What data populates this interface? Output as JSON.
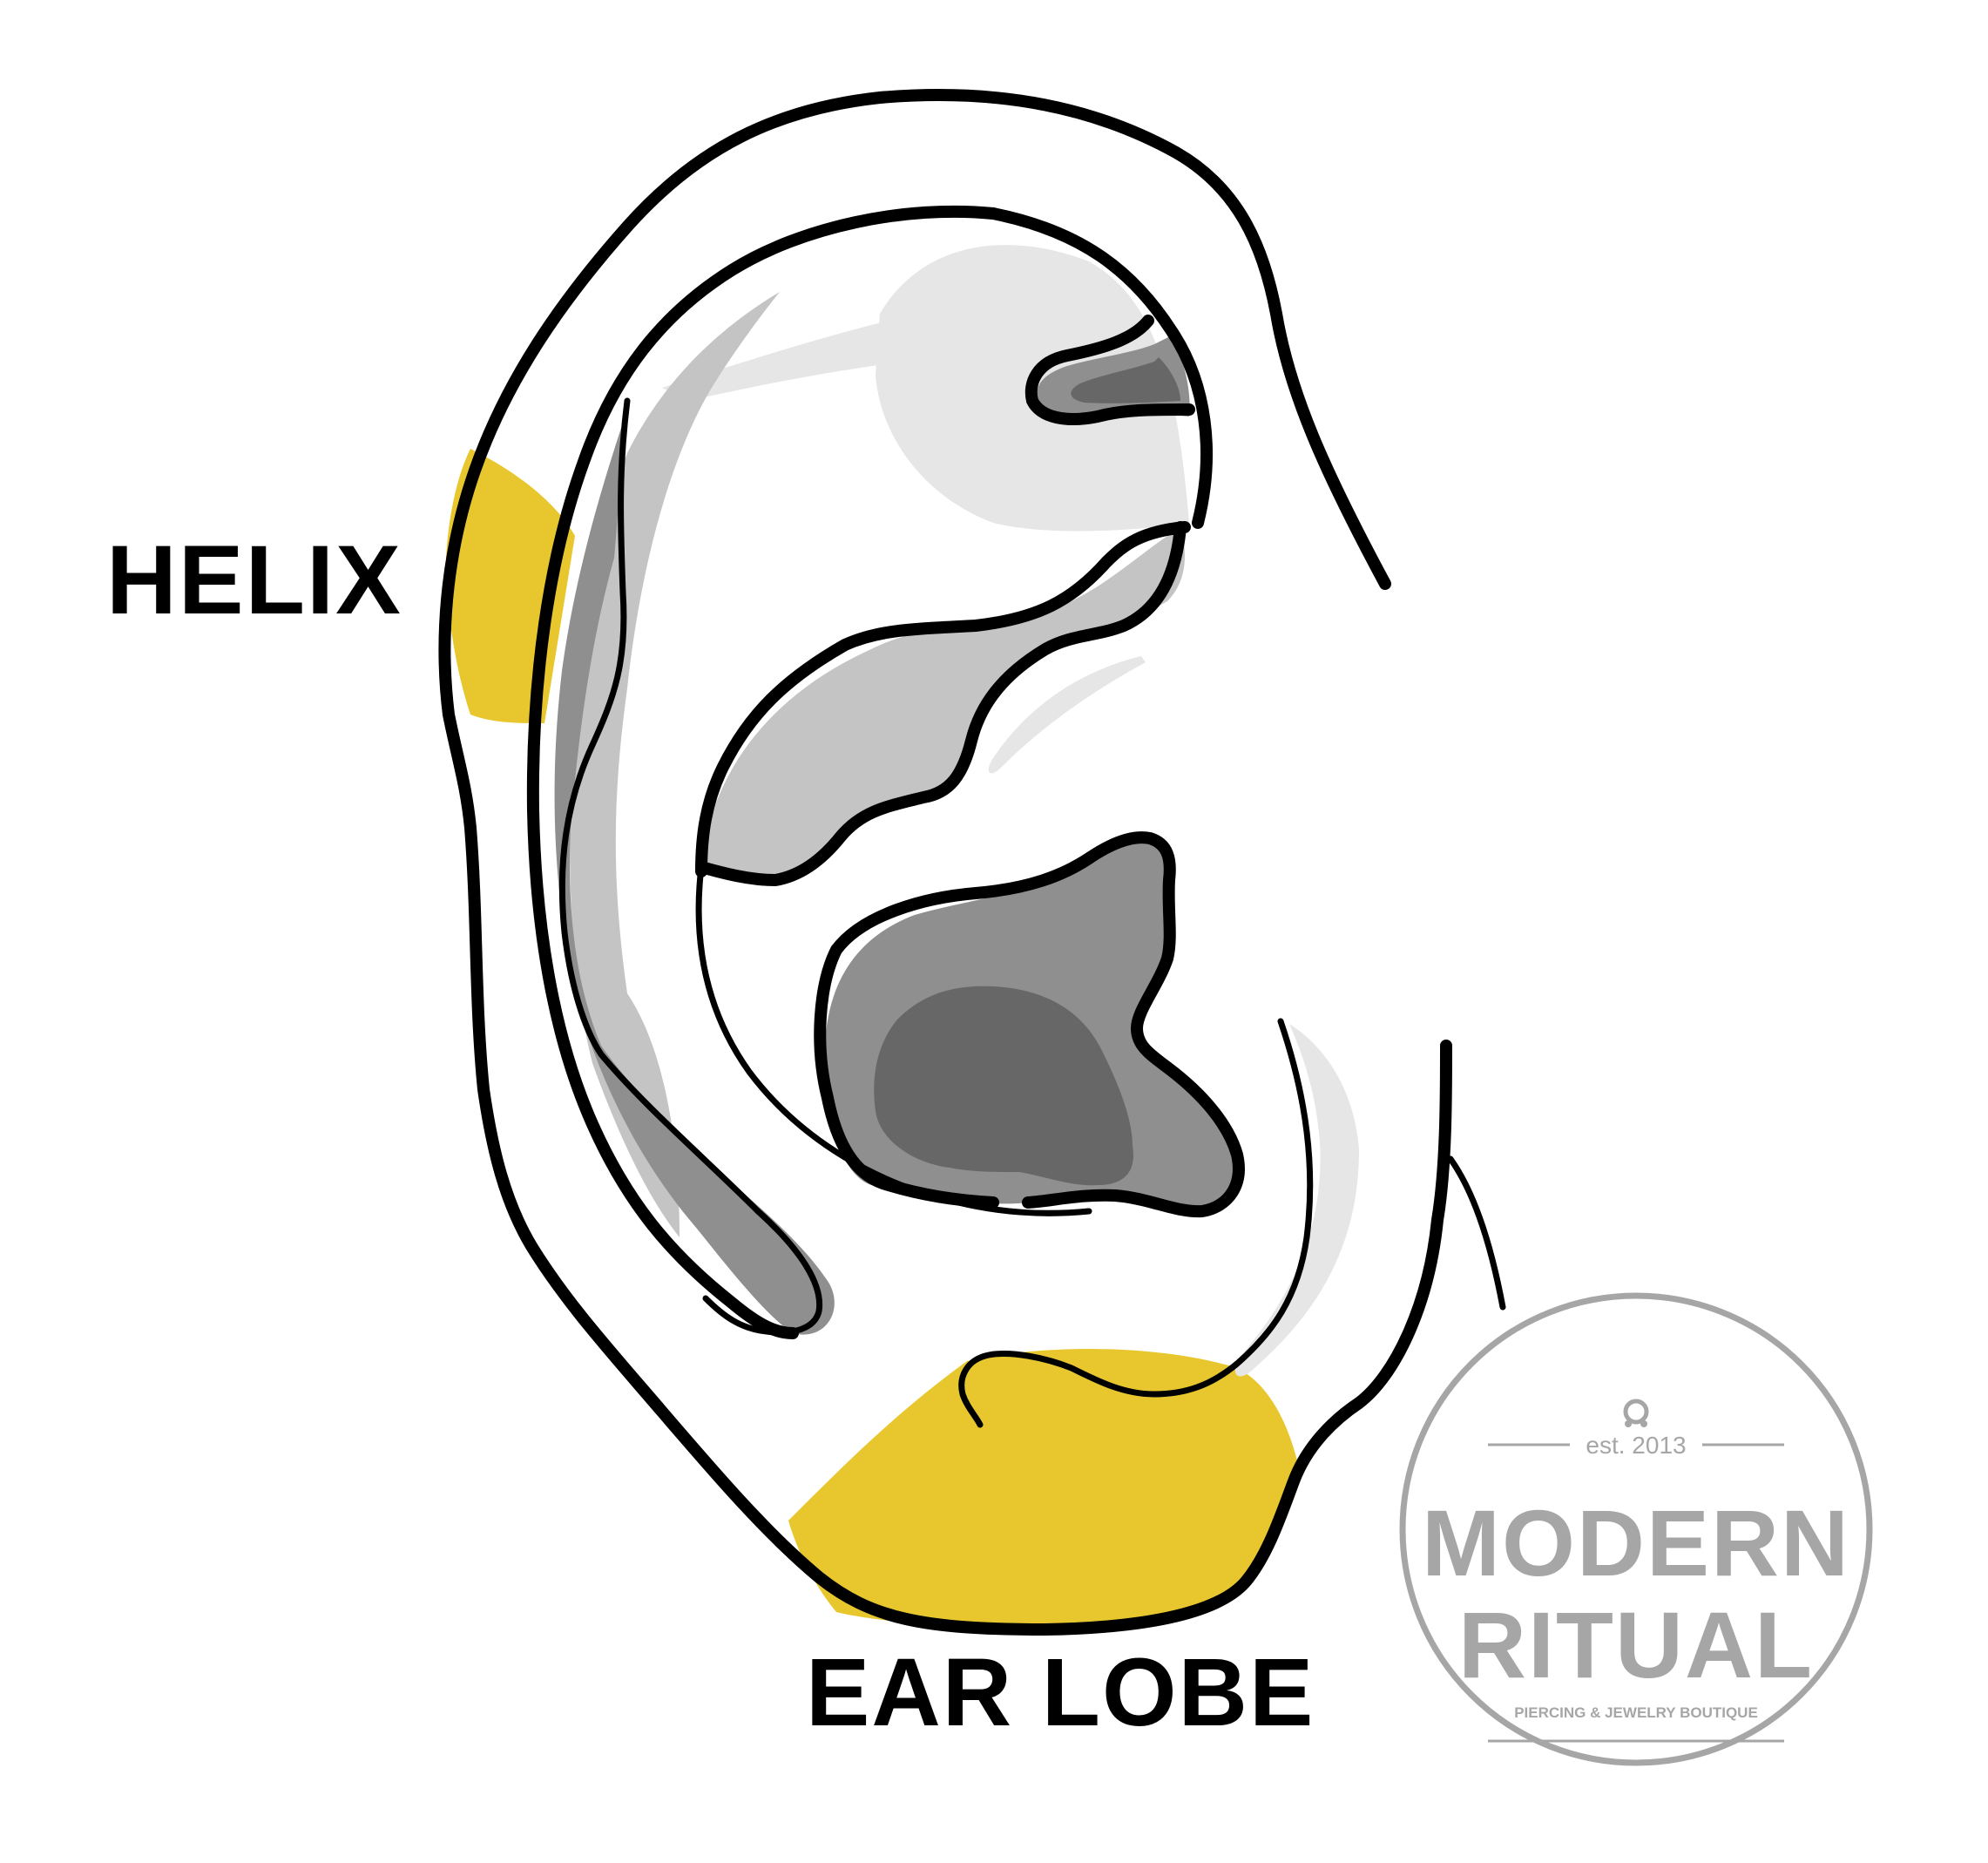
{
  "labels": {
    "helix": "HELIX",
    "ear_lobe": "EAR LOBE"
  },
  "logo": {
    "established": "est. 2013",
    "line1": "MODERN",
    "line2": "RITUAL",
    "tagline": "PIERCING & JEWELRY BOUTIQUE",
    "icon": "ring-icon"
  },
  "colors": {
    "highlight": "#E8C72E",
    "outline": "#000000",
    "logo_gray": "#A6A6A6",
    "shade_light": "#E6E6E6",
    "shade_mid": "#C4C4C4",
    "shade_dark": "#8F8F8F",
    "shade_darkest": "#676767"
  }
}
